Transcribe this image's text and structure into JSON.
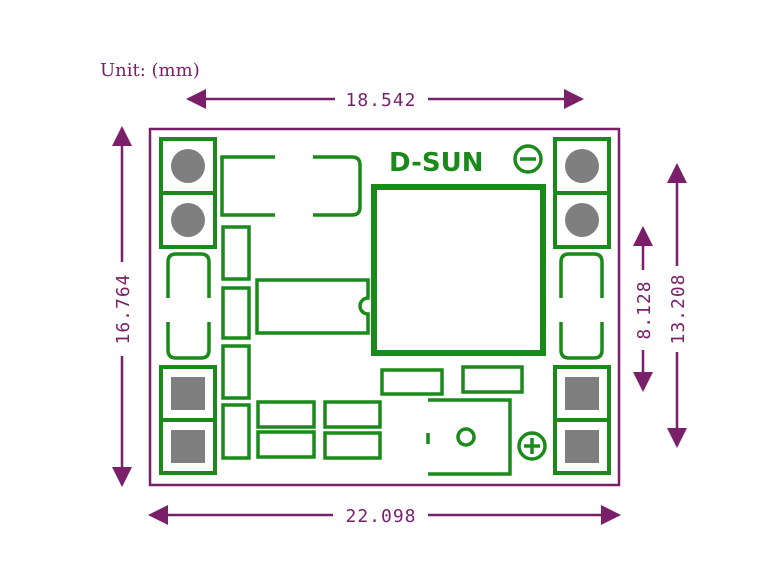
{
  "unit_label": "Unit: (mm)",
  "dimensions": {
    "top_width": "18.542",
    "bottom_width": "22.098",
    "left_height": "16.764",
    "right_inner": "8.128",
    "right_outer": "13.208"
  },
  "silkscreen": {
    "brand": "D-SUN",
    "minus_symbol": "−",
    "plus_symbol": "+"
  },
  "colors": {
    "outline": "#7a1f6a",
    "silk": "#1a8a1a",
    "pad_gray": "#7f7f7f"
  }
}
